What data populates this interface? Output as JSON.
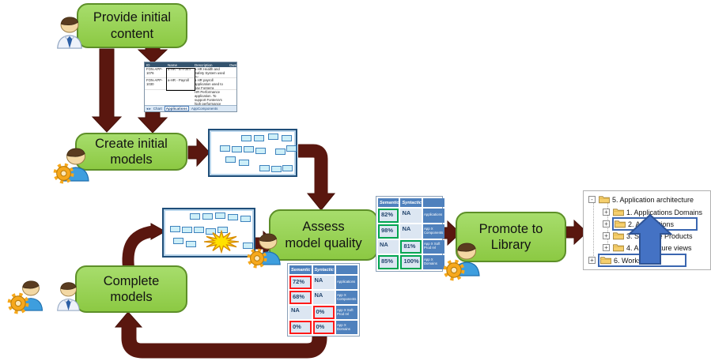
{
  "flow": {
    "provide": "Provide initial\ncontent",
    "create": "Create initial\nmodels",
    "assess": "Assess\nmodel quality",
    "complete": "Complete\nmodels",
    "promote": "Promote to\nLibrary"
  },
  "spreadsheet": {
    "headers": [
      "ID",
      "Name",
      "Description",
      "Owner"
    ],
    "rows": [
      {
        "id": "FON-APP-1076",
        "name": "a-HR - In-Form",
        "desc": "a HR Health and Safety System used by"
      },
      {
        "id": "FON-APP-1030",
        "name": "a-HR - Payroll",
        "desc": "a HR payroll application used to pay Fonterra"
      },
      {
        "id": "",
        "name": "",
        "desc": "HR Performance application. To support Fonterra's high performance"
      }
    ],
    "nav": "◂ ▸",
    "tabs": [
      "Chart",
      "Applications",
      "AppComponents"
    ]
  },
  "quality": {
    "headers": [
      "Semantic",
      "Syntactic"
    ],
    "labels": [
      "Applications",
      "App X Components",
      "App X Soft Prod rel",
      "App X Domains"
    ],
    "initial_rows": [
      [
        "72%",
        "NA"
      ],
      [
        "68%",
        "NA"
      ],
      [
        "NA",
        "0%"
      ],
      [
        "0%",
        "0%"
      ]
    ],
    "assessed_rows": [
      [
        "82%",
        "NA"
      ],
      [
        "98%",
        "NA"
      ],
      [
        "NA",
        "81%"
      ],
      [
        "85%",
        "100%"
      ]
    ]
  },
  "tree": {
    "items": [
      {
        "label": "5. Application architecture",
        "exp": "-"
      },
      {
        "label": "1. Applications Domains",
        "exp": "+"
      },
      {
        "label": "2. Applications",
        "exp": "+"
      },
      {
        "label": "3. Software Products",
        "exp": "+"
      },
      {
        "label": "4. Architecture views",
        "exp": "+"
      },
      {
        "label": "6. Workspace",
        "exp": "+"
      }
    ]
  },
  "colors": {
    "box_green": "#92d050",
    "arrow_maroon": "#5a170f",
    "table_blue": "#4f81bd",
    "highlight_red": "#ff1a1a",
    "highlight_green": "#00a550",
    "tree_arrow_blue": "#4472c4",
    "node_cyan": "#cdeff8",
    "starburst_yellow": "#ffe100"
  },
  "icons": [
    "person-icon",
    "person-tie-icon",
    "gear-icon",
    "folder-icon",
    "starburst-icon",
    "expander-icon",
    "up-arrow-icon"
  ]
}
